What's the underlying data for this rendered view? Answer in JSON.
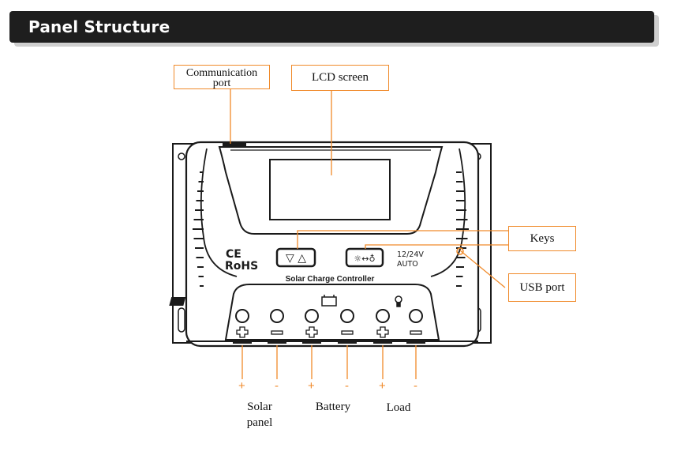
{
  "header": {
    "title": "Panel Structure"
  },
  "callouts": {
    "communication_port_line1": "Communication",
    "communication_port_line2": "port",
    "lcd_screen": "LCD screen",
    "keys": "Keys",
    "usb_port": "USB port"
  },
  "device": {
    "ce_mark": "CE",
    "rohs_mark": "RoHS",
    "product_name": "Solar Charge Controller",
    "voltage_line1": "12/24V",
    "voltage_line2": "AUTO"
  },
  "terminals": {
    "signs": [
      "+",
      "-",
      "+",
      "-",
      "+",
      "-"
    ],
    "groups": [
      {
        "line1": "Solar",
        "line2": "panel"
      },
      {
        "line1": "Battery"
      },
      {
        "line1": "Load"
      }
    ]
  },
  "colors": {
    "accent": "#f08a2a",
    "header_bg": "#1e1e1e",
    "outline": "#1a1a1a"
  }
}
